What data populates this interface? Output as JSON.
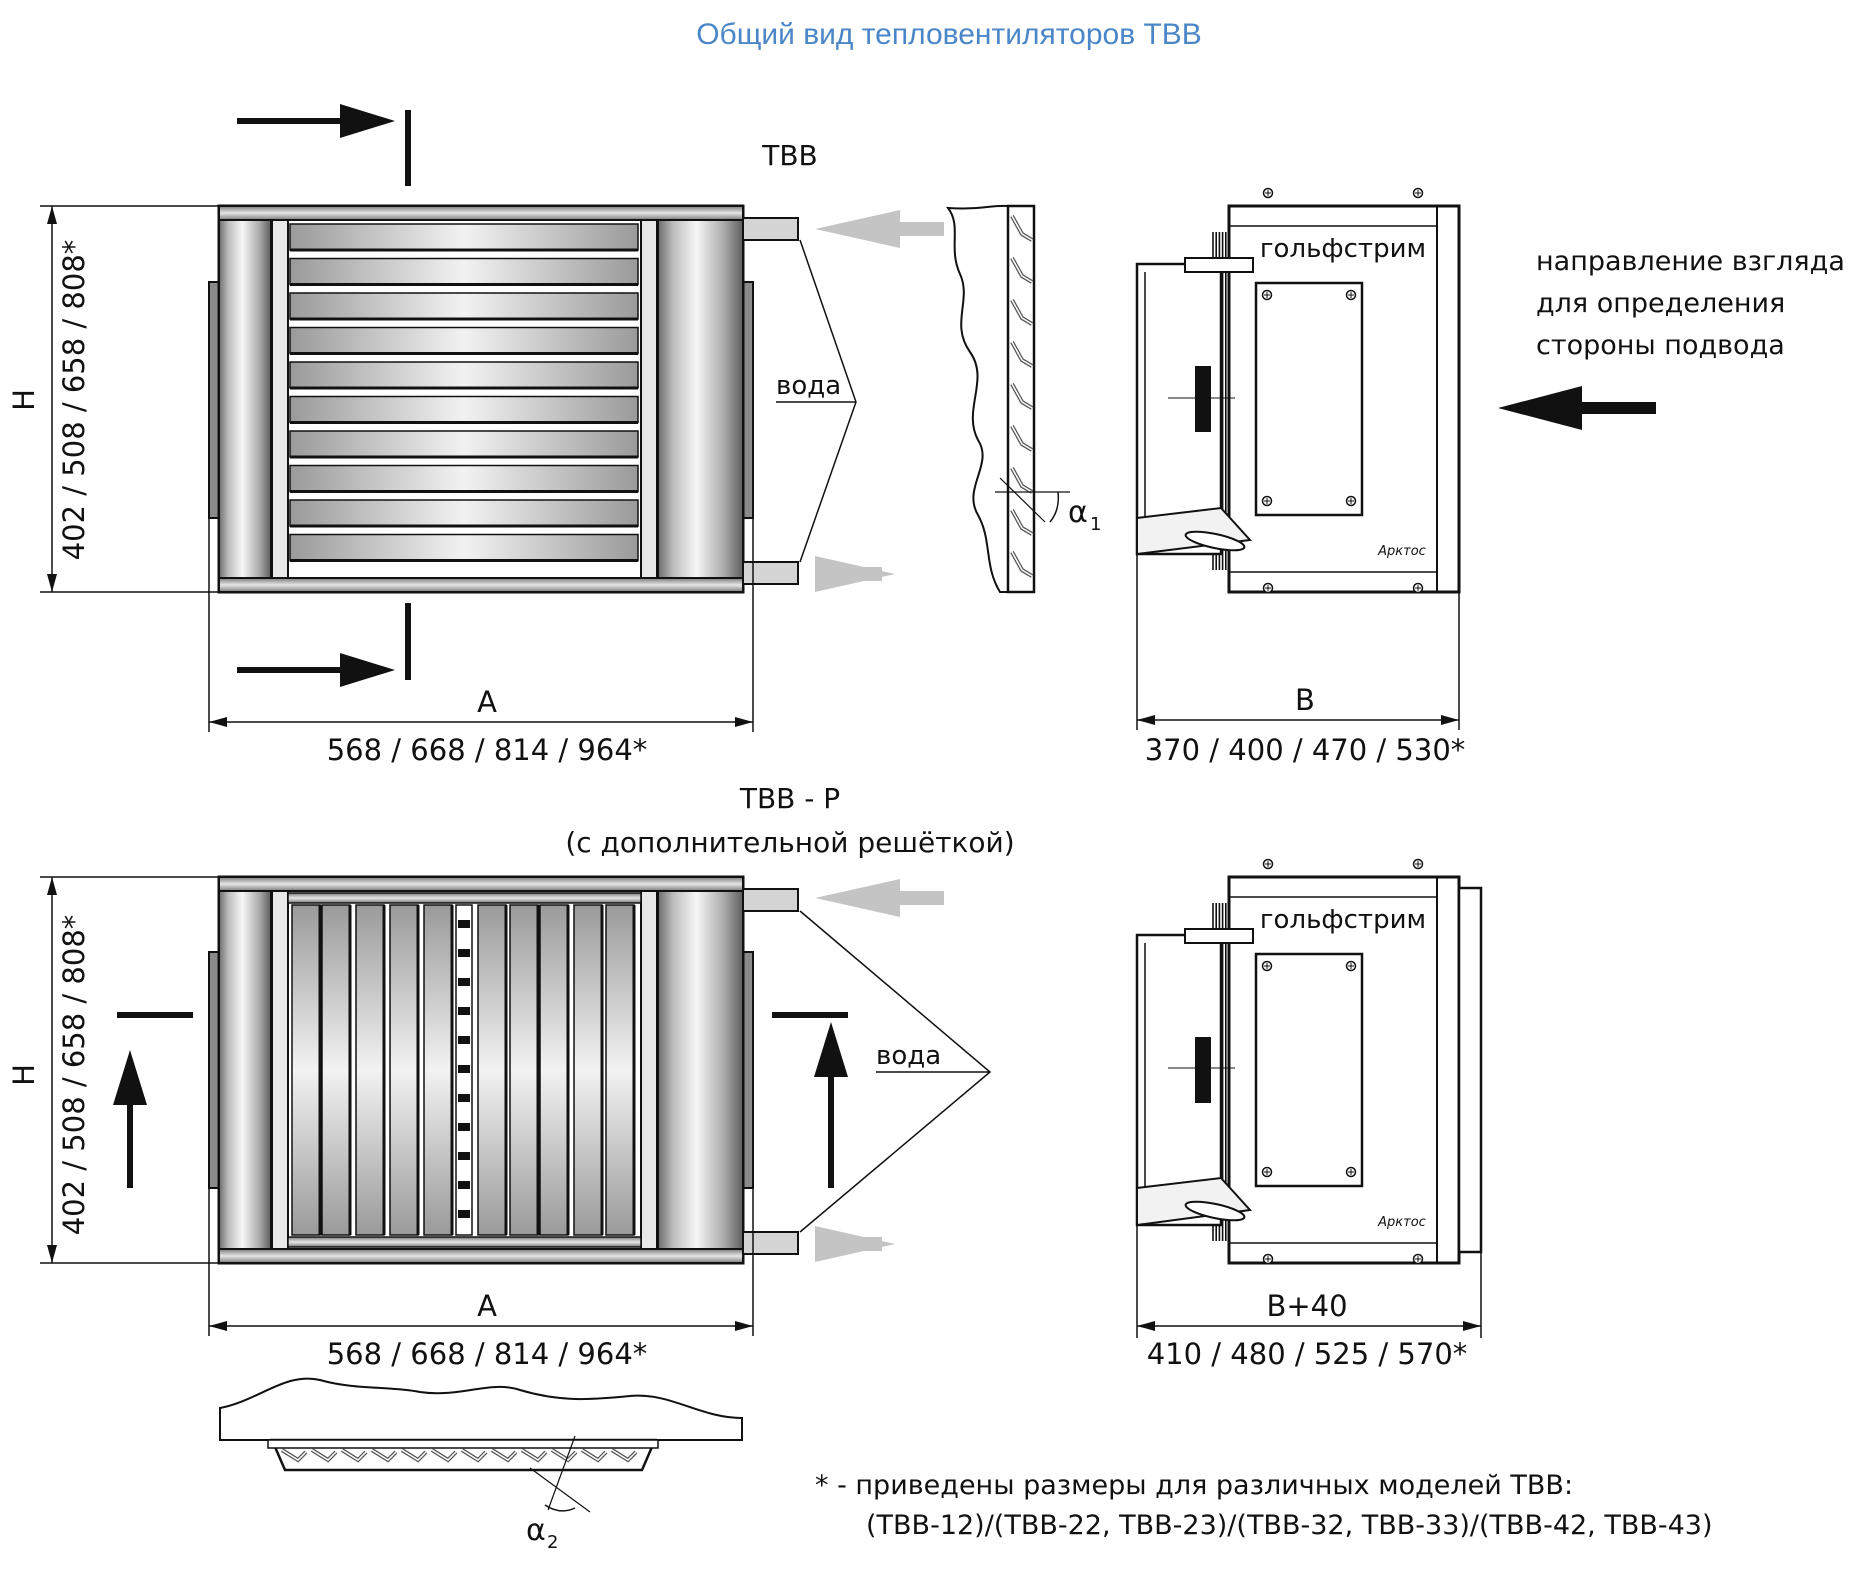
{
  "title": "Общий вид тепловентиляторов ТВВ",
  "top": {
    "label": "ТВВ",
    "water": "вода",
    "alpha": "α",
    "alpha_sub": "1",
    "dim_A": "A",
    "dim_A_values": "568 / 668 / 814 / 964*",
    "dim_H": "H",
    "dim_H_values": "402 / 508 / 658 / 808*",
    "dim_B": "B",
    "dim_B_values": "370 / 400 / 470 / 530*",
    "brand": "гольфстрим",
    "logo": "Арктос",
    "view_direction": [
      "направление взгляда",
      "для определения",
      "стороны подвода"
    ]
  },
  "bottom": {
    "label": "ТВВ - Р",
    "sublabel": "(с дополнительной решёткой)",
    "water": "вода",
    "alpha": "α",
    "alpha_sub": "2",
    "dim_A": "A",
    "dim_A_values": "568 / 668 / 814 / 964*",
    "dim_H": "H",
    "dim_H_values": "402 / 508 / 658 / 808*",
    "dim_B": "B+40",
    "dim_B_values": "410 / 480 / 525 / 570*",
    "brand": "гольфстрим",
    "logo": "Арктос"
  },
  "footnote": {
    "line1": "* - приведены размеры для различных моделей ТВВ:",
    "line2": "(ТВВ-12)/(ТВВ-22, ТВВ-23)/(ТВВ-32, ТВВ-33)/(ТВВ-42, ТВВ-43)"
  },
  "colors": {
    "title": "#4a86c8",
    "ink": "#111111",
    "grey_arrow": "#c4c4c4"
  }
}
